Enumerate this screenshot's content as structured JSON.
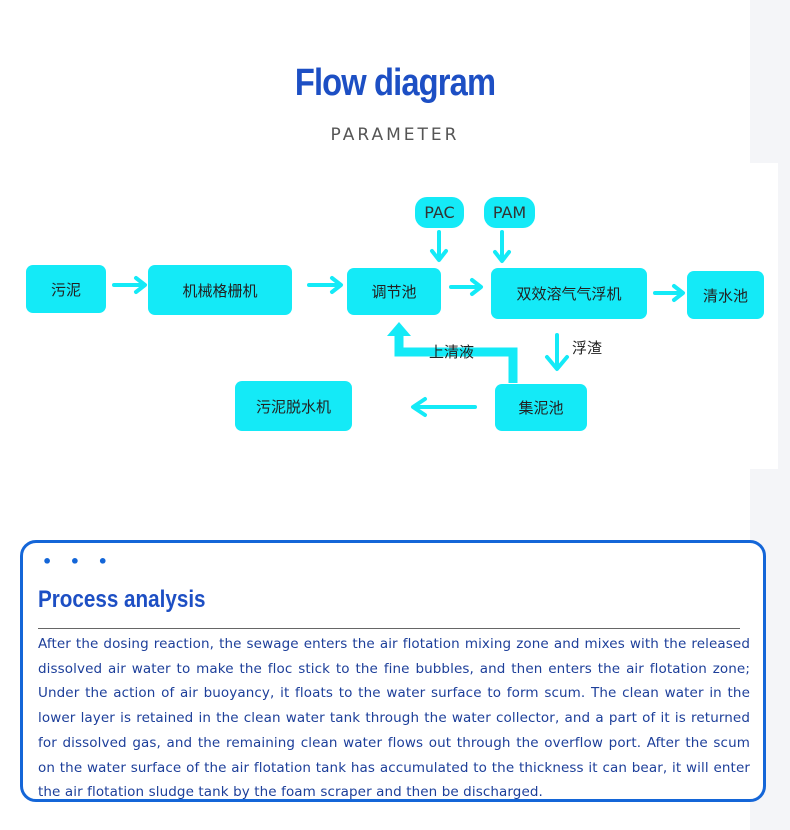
{
  "header": {
    "title": "Flow diagram",
    "subtitle": "PARAMETER"
  },
  "diagram": {
    "nodes": {
      "sludge": "污泥",
      "screen": "机械格栅机",
      "regulating_tank": "调节池",
      "pac": "PAC",
      "pam": "PAM",
      "daf": "双效溶气气浮机",
      "clear_water_tank": "清水池",
      "sludge_tank": "集泥池",
      "dewatering": "污泥脱水机"
    },
    "edge_labels": {
      "supernatant": "上清液",
      "scum": "浮渣"
    },
    "colors": {
      "node_fill": "#14eaf7",
      "arrow": "#14eaf7"
    }
  },
  "analysis": {
    "dots": "• • •",
    "title": "Process analysis",
    "body": "After the dosing reaction, the sewage enters the air flotation mixing zone and mixes with the released dissolved air water to make the floc stick to the fine bubbles, and then enters the air flotation zone; Under the action of air buoyancy, it floats to the water surface to form scum. The clean water in the lower layer is retained in the clean water tank through the water collector, and a part of it is returned for dissolved gas, and the remaining clean water flows out through the overflow port. After the scum on the water surface of the air flotation tank has accumulated to the thickness it can bear, it will enter the air flotation sludge tank by the foam scraper and then be discharged."
  }
}
